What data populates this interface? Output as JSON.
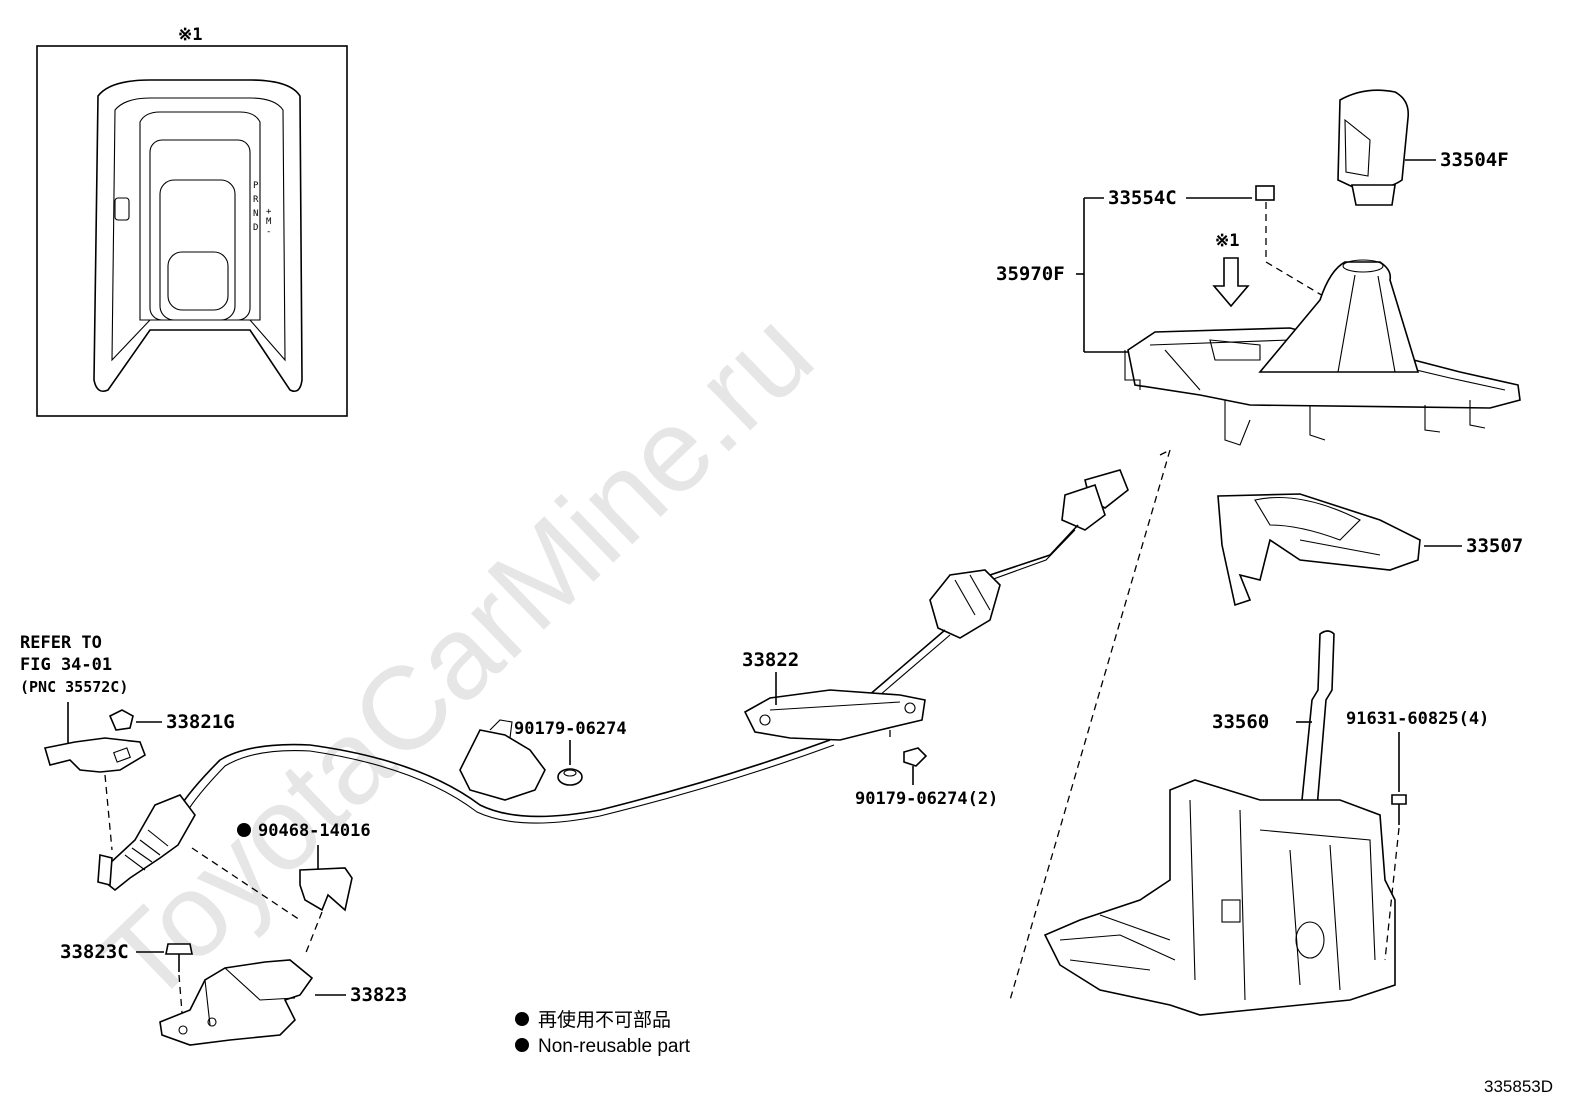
{
  "watermark": "ToyotaCarMine.ru",
  "inset": {
    "marker": "※1"
  },
  "selector_letters": [
    "P",
    "R",
    "N",
    "D",
    "+",
    "M",
    "-"
  ],
  "marker_arrow": "※1",
  "parts": {
    "p33504F": "33504F",
    "p33554C": "33554C",
    "p35970F": "35970F",
    "p33507": "33507",
    "p33560": "33560",
    "p91631": "91631-60825(4)",
    "p33822": "33822",
    "p90179a": "90179-06274",
    "p90179b": "90179-06274(2)",
    "p33821G": "33821G",
    "p90468": "90468-14016",
    "p33823C": "33823C",
    "p33823": "33823"
  },
  "refer": {
    "line1": "REFER TO",
    "line2": "FIG 34-01",
    "line3": "(PNC 35572C)"
  },
  "legend": {
    "jp": "再使用不可部品",
    "en": "Non-reusable part"
  },
  "figure_id": "335853D"
}
